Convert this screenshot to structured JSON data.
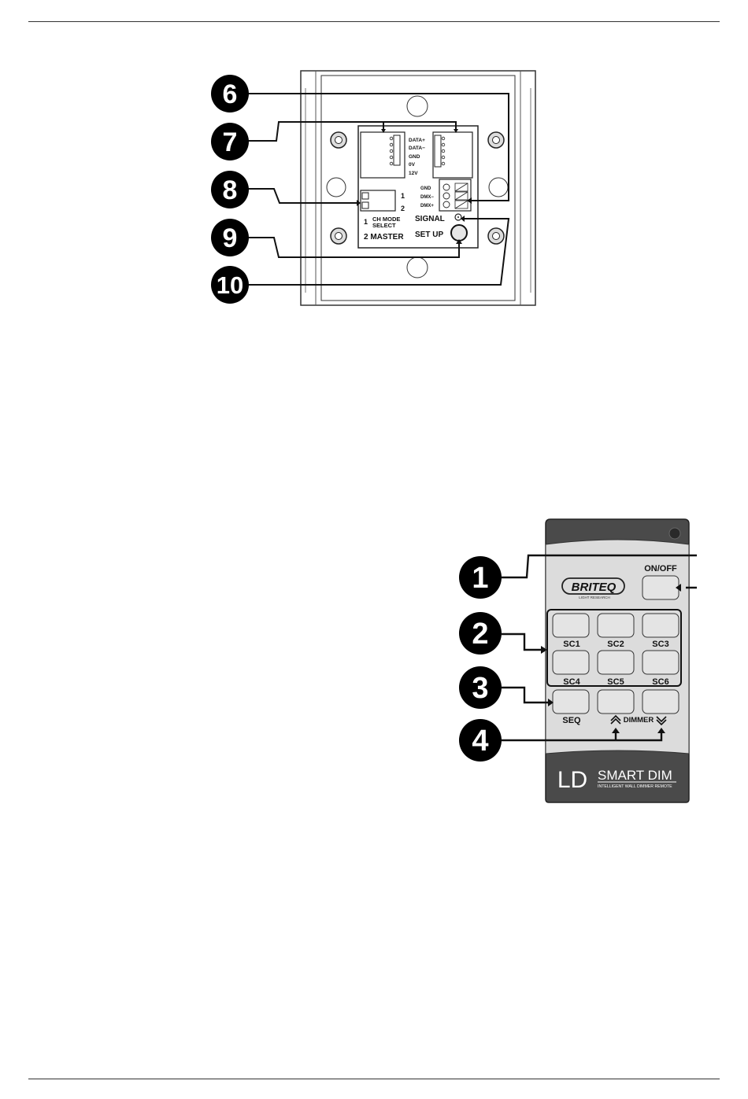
{
  "wall_panel": {
    "callouts": [
      "6",
      "7",
      "8",
      "9",
      "10"
    ],
    "terminal_labels": [
      "DATA+",
      "DATA−",
      "GND",
      "0V",
      "12V"
    ],
    "dmx_labels": [
      "GND",
      "DMX−",
      "DMX+"
    ],
    "switch_numbers": [
      "1",
      "2"
    ],
    "signal_label": "SIGNAL",
    "setup_label": "SET UP",
    "mode_1_number": "1",
    "mode_1_line1": "CH  MODE",
    "mode_1_line2": "SELECT",
    "mode_2": "2 MASTER"
  },
  "remote": {
    "callouts": [
      "1",
      "2",
      "3",
      "4"
    ],
    "on_off_label": "ON/OFF",
    "brand_logo": "BRITEQ",
    "brand_tagline": "LIGHT RESEARCH",
    "scene_labels": [
      "SC1",
      "SC2",
      "SC3",
      "SC4",
      "SC5",
      "SC6"
    ],
    "seq_label": "SEQ",
    "dimmer_label": "DIMMER",
    "product_prefix": "LD",
    "product_name": "SMART DIM",
    "product_subtitle": "INTELLIGENT WALL DIMMER REMOTE",
    "icons": [
      "dimmer-up-icon",
      "dimmer-down-icon",
      "ir-sensor-icon"
    ]
  }
}
